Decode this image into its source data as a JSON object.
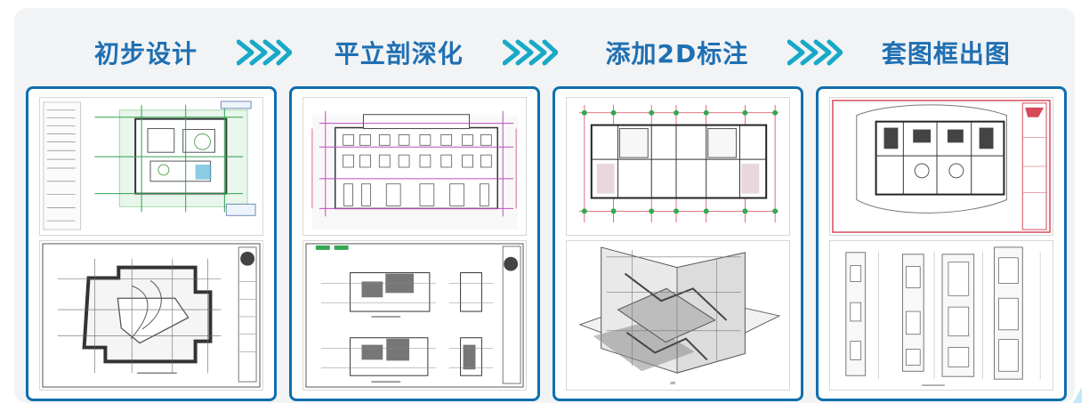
{
  "steps": [
    {
      "label": "初步设计"
    },
    {
      "label": "平立剖深化"
    },
    {
      "label": "添加2D标注"
    },
    {
      "label": "套图框出图"
    }
  ],
  "icons": {
    "step_arrow": "double-chevron-arrow-icon"
  },
  "colors": {
    "accent_blue": "#1f6fb2",
    "arrow_teal": "#18a9c7",
    "card_border": "#0f6fae",
    "panel_bg": "#f1f3f5",
    "drawing_red": "#d74a5a",
    "drawing_green": "#32a852",
    "drawing_magenta": "#c04bc0"
  }
}
